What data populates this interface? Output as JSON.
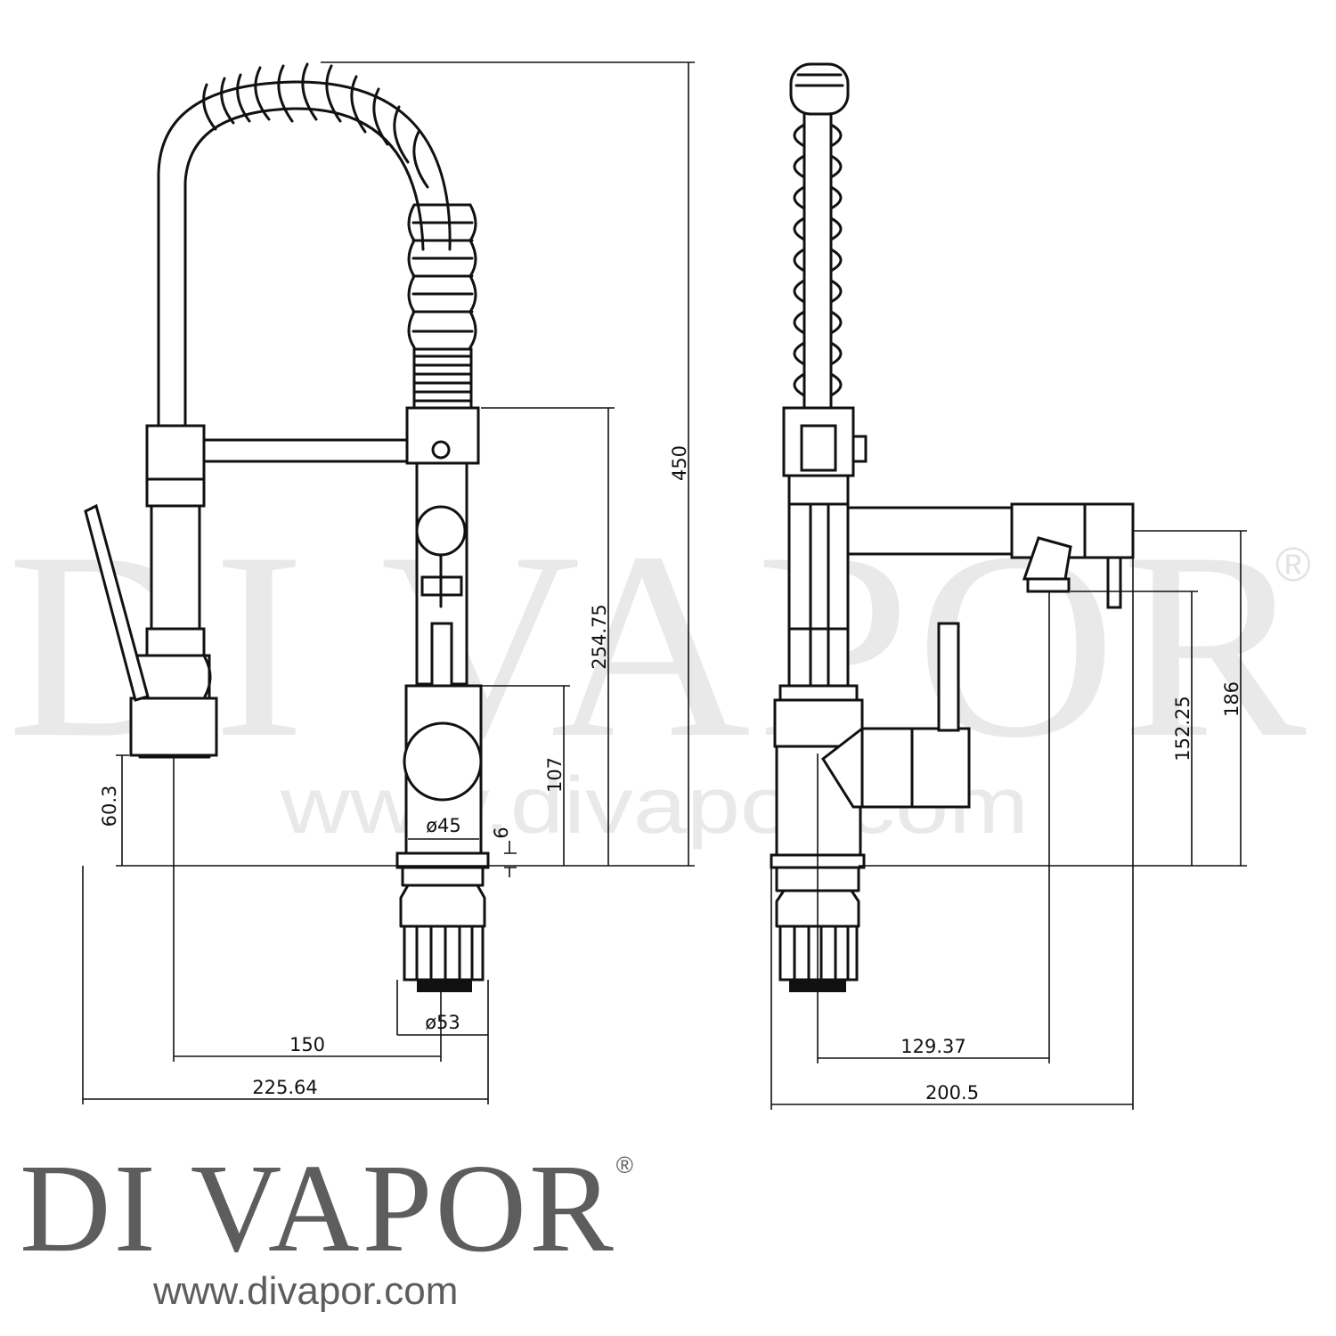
{
  "watermark": {
    "brand": "DI VAPOR",
    "registered": "®",
    "url": "www.divapor.com"
  },
  "front_view": {
    "dimensions": {
      "overall_height": "450",
      "upper_block_height": "254.75",
      "body_height": "107",
      "spray_head_height": "60.3",
      "body_diameter": "ø45",
      "deck_plate": "6",
      "base_diameter": "ø53",
      "spray_reach": "150",
      "overall_width": "225.64"
    }
  },
  "side_view": {
    "dimensions": {
      "spout_height": "186",
      "nozzle_height": "152.25",
      "nozzle_reach": "129.37",
      "overall_depth": "200.5"
    }
  },
  "logo": {
    "name": "DI VAPOR",
    "registered": "®",
    "url": "www.divapor.com"
  },
  "colors": {
    "line": "#111111",
    "watermark": "#e9e9e9",
    "logo": "#5d5d5d"
  }
}
